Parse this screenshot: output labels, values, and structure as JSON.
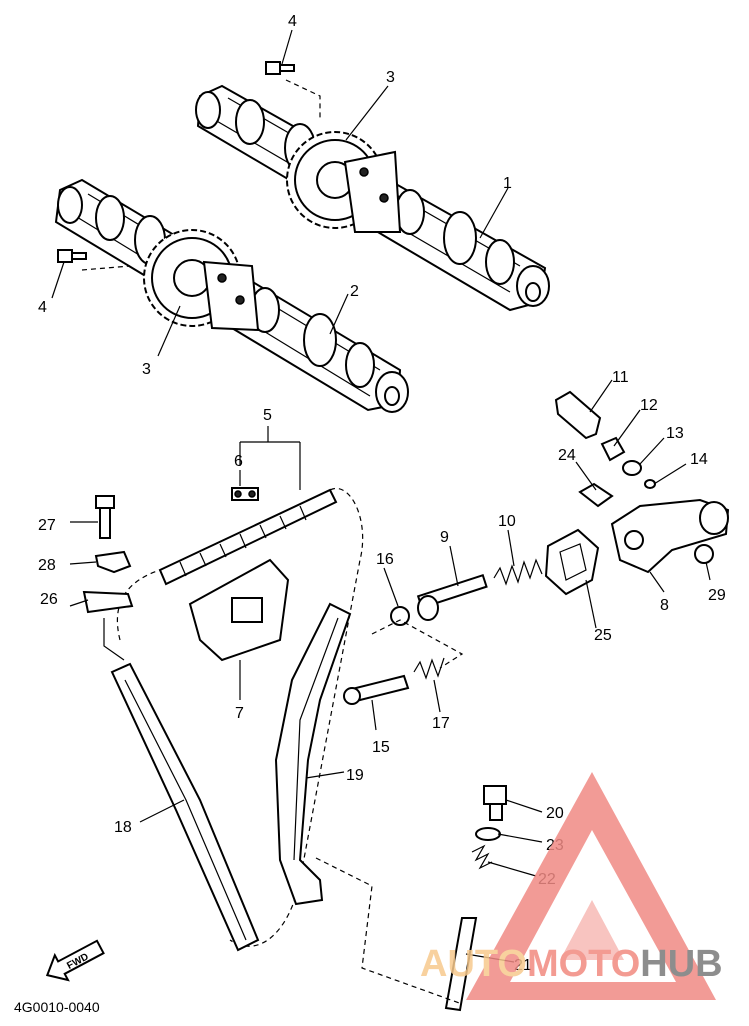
{
  "diagram": {
    "code": "4G0010-0040",
    "fwd_label": "FWD",
    "callouts": [
      {
        "id": "c1",
        "text": "1"
      },
      {
        "id": "c2",
        "text": "2"
      },
      {
        "id": "c3a",
        "text": "3"
      },
      {
        "id": "c3b",
        "text": "3"
      },
      {
        "id": "c4a",
        "text": "4"
      },
      {
        "id": "c4b",
        "text": "4"
      },
      {
        "id": "c5",
        "text": "5"
      },
      {
        "id": "c6",
        "text": "6"
      },
      {
        "id": "c7",
        "text": "7"
      },
      {
        "id": "c8",
        "text": "8"
      },
      {
        "id": "c9",
        "text": "9"
      },
      {
        "id": "c10",
        "text": "10"
      },
      {
        "id": "c11",
        "text": "11"
      },
      {
        "id": "c12",
        "text": "12"
      },
      {
        "id": "c13",
        "text": "13"
      },
      {
        "id": "c14",
        "text": "14"
      },
      {
        "id": "c15",
        "text": "15"
      },
      {
        "id": "c16",
        "text": "16"
      },
      {
        "id": "c17",
        "text": "17"
      },
      {
        "id": "c18",
        "text": "18"
      },
      {
        "id": "c19",
        "text": "19"
      },
      {
        "id": "c20",
        "text": "20"
      },
      {
        "id": "c21",
        "text": "21"
      },
      {
        "id": "c22",
        "text": "22"
      },
      {
        "id": "c23",
        "text": "23"
      },
      {
        "id": "c24",
        "text": "24"
      },
      {
        "id": "c25",
        "text": "25"
      },
      {
        "id": "c26",
        "text": "26"
      },
      {
        "id": "c27",
        "text": "27"
      },
      {
        "id": "c28",
        "text": "28"
      },
      {
        "id": "c29",
        "text": "29"
      }
    ]
  },
  "watermark": {
    "part1": "AUTO",
    "part2": "MOTO",
    "part3": "HUB",
    "colors": {
      "auto": "#f7c98e",
      "moto": "#f28a80",
      "hub": "#7a7a7a",
      "triangle": "#f08a84"
    }
  }
}
